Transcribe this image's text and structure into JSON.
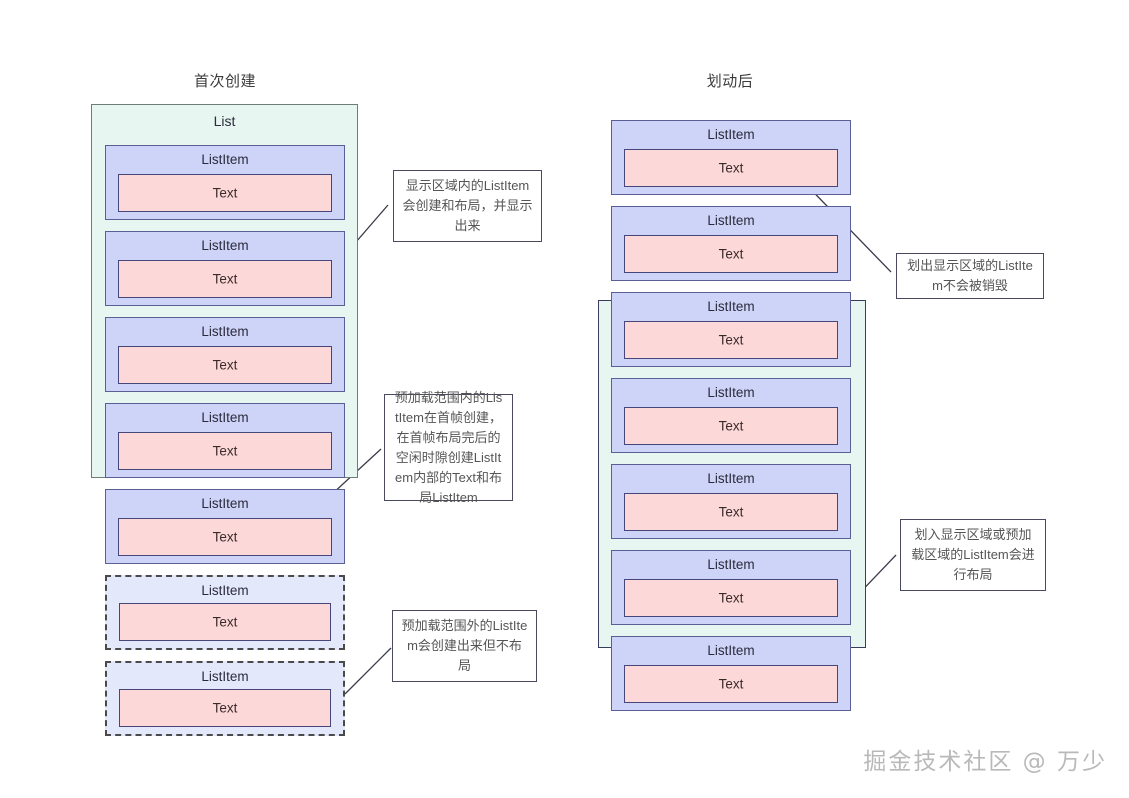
{
  "columns": {
    "left_caption": "首次创建",
    "right_caption": "划动后"
  },
  "labels": {
    "list": "List",
    "list_item": "ListItem",
    "text": "Text"
  },
  "left_column": {
    "container_label": "List",
    "items": [
      {
        "label": "ListItem",
        "text": "Text",
        "state": "laid-out"
      },
      {
        "label": "ListItem",
        "text": "Text",
        "state": "laid-out"
      },
      {
        "label": "ListItem",
        "text": "Text",
        "state": "laid-out"
      },
      {
        "label": "ListItem",
        "text": "Text",
        "state": "laid-out"
      },
      {
        "label": "ListItem",
        "text": "Text",
        "state": "preloaded"
      },
      {
        "label": "ListItem",
        "text": "Text",
        "state": "created-not-laid-out"
      },
      {
        "label": "ListItem",
        "text": "Text",
        "state": "created-not-laid-out"
      }
    ]
  },
  "right_column": {
    "items": [
      {
        "label": "ListItem",
        "text": "Text",
        "state": "scrolled-out"
      },
      {
        "label": "ListItem",
        "text": "Text",
        "state": "scrolled-out"
      },
      {
        "label": "ListItem",
        "text": "Text",
        "state": "in-viewport"
      },
      {
        "label": "ListItem",
        "text": "Text",
        "state": "in-viewport"
      },
      {
        "label": "ListItem",
        "text": "Text",
        "state": "in-viewport"
      },
      {
        "label": "ListItem",
        "text": "Text",
        "state": "in-viewport"
      },
      {
        "label": "ListItem",
        "text": "Text",
        "state": "scrolled-in"
      }
    ]
  },
  "annotations": [
    {
      "id": "visible-area",
      "text": "显示区域内的ListItem会创建和布局，并显示出来"
    },
    {
      "id": "preload-inside",
      "text": "预加载范围内的ListItem在首帧创建，在首帧布局完后的空闲时隙创建ListItem内部的Text和布局ListItem"
    },
    {
      "id": "preload-outside",
      "text": "预加载范围外的ListItem会创建出来但不布局"
    },
    {
      "id": "scroll-out",
      "text": "划出显示区域的ListItem不会被销毁"
    },
    {
      "id": "scroll-in",
      "text": "划入显示区域或预加载区域的ListItem会进行布局"
    }
  ],
  "watermark": "掘金技术社区 @ 万少",
  "colors": {
    "list_item_fill": "#ced4f7",
    "list_item_ghost_fill": "#e4e8fb",
    "text_fill": "#fdd8d8",
    "container_fill": "#e8f6f1",
    "stroke": "#5a5f96",
    "callout_border": "#4a4a5e"
  }
}
